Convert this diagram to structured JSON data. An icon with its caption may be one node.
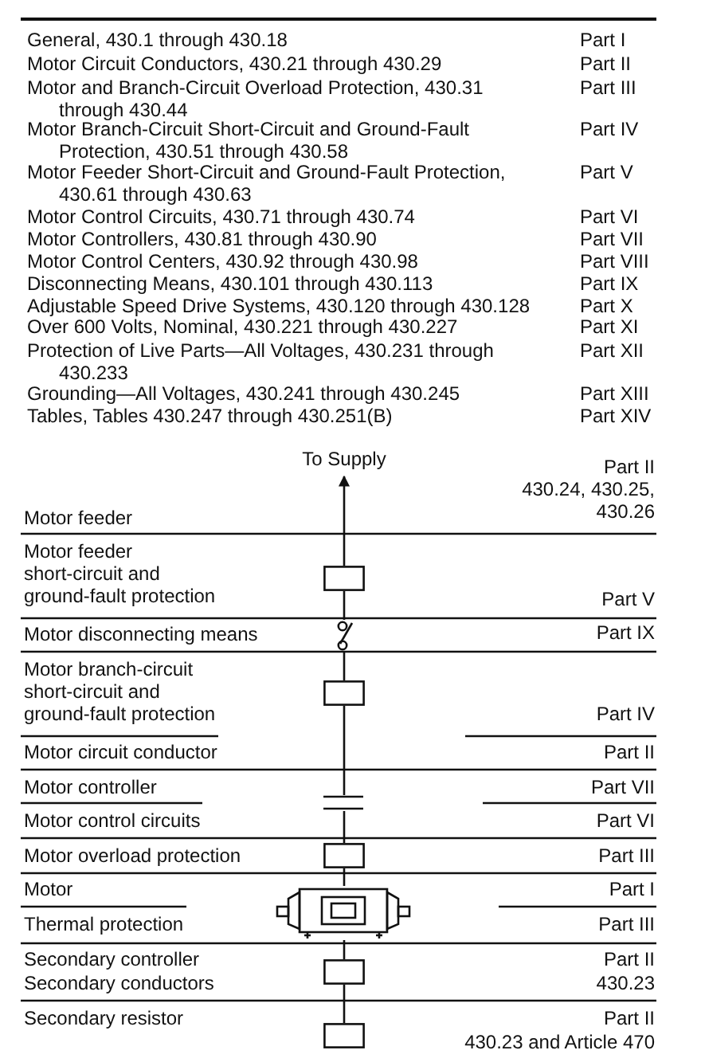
{
  "diagram": {
    "nodes": [
      {
        "text": [
          "To Supply"
        ]
      },
      {
        "text": [],
        "shape": "box"
      },
      {
        "text": [],
        "shape": "switch"
      },
      {
        "text": [],
        "shape": "box"
      },
      {
        "text": [],
        "shape": "contact"
      },
      {
        "text": [],
        "shape": "box"
      },
      {
        "text": [],
        "shape": "motor"
      },
      {
        "text": [],
        "shape": "box"
      },
      {
        "text": [],
        "shape": "box"
      }
    ],
    "edges": [
      {
        "from": 1,
        "to": 0,
        "arrow": "to"
      },
      {
        "from": 1,
        "to": 2,
        "arrow": "none"
      },
      {
        "from": 2,
        "to": 3,
        "arrow": "none"
      },
      {
        "from": 3,
        "to": 4,
        "arrow": "none"
      },
      {
        "from": 4,
        "to": 5,
        "arrow": "none"
      },
      {
        "from": 5,
        "to": 6,
        "arrow": "none"
      },
      {
        "from": 6,
        "to": 7,
        "arrow": "none"
      },
      {
        "from": 7,
        "to": 8,
        "arrow": "none"
      }
    ],
    "labels": [
      "General, 430.1 through 430.18",
      "Part I",
      "Motor Circuit Conductors, 430.21 through 430.29",
      "Part II",
      "Motor and Branch-Circuit Overload Protection, 430.31 through 430.44",
      "Part III",
      "Motor Branch-Circuit Short-Circuit and Ground-Fault Protection, 430.51 through 430.58",
      "Part IV",
      "Motor Feeder Short-Circuit and Ground-Fault Protection, 430.61 through 430.63",
      "Part V",
      "Motor Control Circuits, 430.71 through 430.74",
      "Part VI",
      "Motor Controllers, 430.81 through 430.90",
      "Part VII",
      "Motor Control Centers, 430.92 through 430.98",
      "Part VIII",
      "Disconnecting Means, 430.101 through 430.113",
      "Part IX",
      "Adjustable Speed Drive Systems, 430.120 through 430.128",
      "Part X",
      "Over 600 Volts, Nominal, 430.221 through 430.227",
      "Part XI",
      "Protection of Live Parts—All Voltages, 430.231 through 430.233",
      "Part XII",
      "Grounding—All Voltages, 430.241 through 430.245",
      "Part XIII",
      "Tables, Tables 430.247 through 430.251(B)",
      "Part XIV",
      "Part II",
      "430.24, 430.25, 430.26",
      "Motor feeder",
      "Motor feeder short-circuit and ground-fault protection",
      "Part V",
      "Motor disconnecting means",
      "Part IX",
      "Motor branch-circuit short-circuit and ground-fault protection",
      "Part IV",
      "Motor circuit conductor",
      "Part II",
      "Motor controller",
      "Part VII",
      "Motor control circuits",
      "Part VI",
      "Motor overload protection",
      "Part III",
      "Motor",
      "Part I",
      "Thermal protection",
      "Part III",
      "Secondary controller",
      "Part II",
      "Secondary conductors",
      "430.23",
      "Secondary resistor",
      "Part II",
      "430.23 and Article 470"
    ]
  }
}
